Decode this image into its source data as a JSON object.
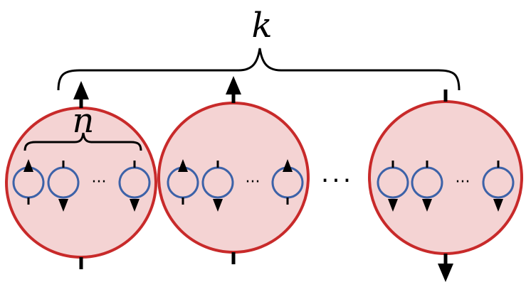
{
  "labels": {
    "outer_count": "k",
    "inner_count": "n",
    "ellipsis": "···"
  },
  "colors": {
    "cluster_fill": "#f4d3d3",
    "cluster_stroke": "#c82a2a",
    "spin_stroke": "#3d62a8",
    "ink": "#000000"
  },
  "clusters": [
    {
      "name": "cluster-1",
      "arrow": "up",
      "spins": [
        "up",
        "down",
        "down"
      ]
    },
    {
      "name": "cluster-2",
      "arrow": "up",
      "spins": [
        "up",
        "down",
        "up"
      ]
    },
    {
      "name": "cluster-k",
      "arrow": "down",
      "spins": [
        "down",
        "down",
        "down"
      ]
    }
  ]
}
